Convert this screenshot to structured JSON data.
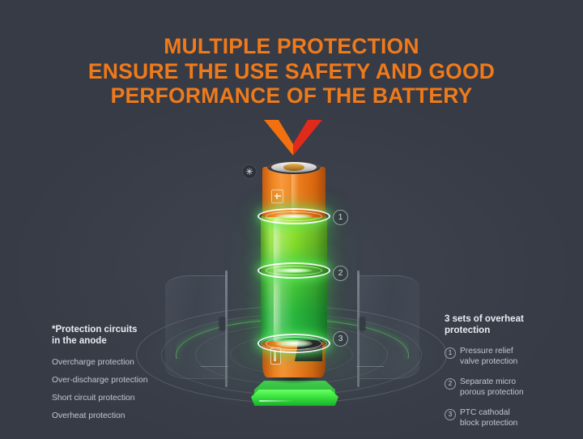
{
  "colors": {
    "background": "#373b45",
    "accent_orange": "#ef7a1b",
    "chevron_left": "#f2700f",
    "chevron_right": "#e02a1c",
    "battery_green_top": "#a6e82b",
    "battery_green_bottom": "#20ad3c",
    "battery_orange": "#ef7f1f",
    "heading_text": "#e9ecf1",
    "body_text": "#c2c7cf"
  },
  "headline": {
    "line1": "MULTIPLE PROTECTION",
    "line2": "ENSURE THE USE SAFETY AND GOOD",
    "line3": "PERFORMANCE OF THE BATTERY"
  },
  "diagram": {
    "markers": [
      {
        "id": "star",
        "glyph": "✳",
        "name": "asterisk-marker"
      },
      {
        "id": "m1",
        "glyph": "①",
        "name": "callout-1"
      },
      {
        "id": "m2",
        "glyph": "②",
        "name": "callout-2"
      },
      {
        "id": "m3",
        "glyph": "③",
        "name": "callout-3"
      }
    ],
    "battery_positive_symbol": "+",
    "battery_label_symbol": "▯"
  },
  "left_panel": {
    "title_line1": "*Protection circuits",
    "title_line2": "in the anode",
    "items": [
      "Overcharge protection",
      "Over-discharge protection",
      "Short circuit protection",
      "Overheat protection"
    ]
  },
  "right_panel": {
    "title_line1": "3 sets of overheat",
    "title_line2": "protection",
    "items": [
      {
        "num": "1",
        "line1": "Pressure relief",
        "line2": "valve protection"
      },
      {
        "num": "2",
        "line1": "Separate micro",
        "line2": "porous protection"
      },
      {
        "num": "3",
        "line1": "PTC cathodal",
        "line2": "block protection"
      }
    ]
  }
}
